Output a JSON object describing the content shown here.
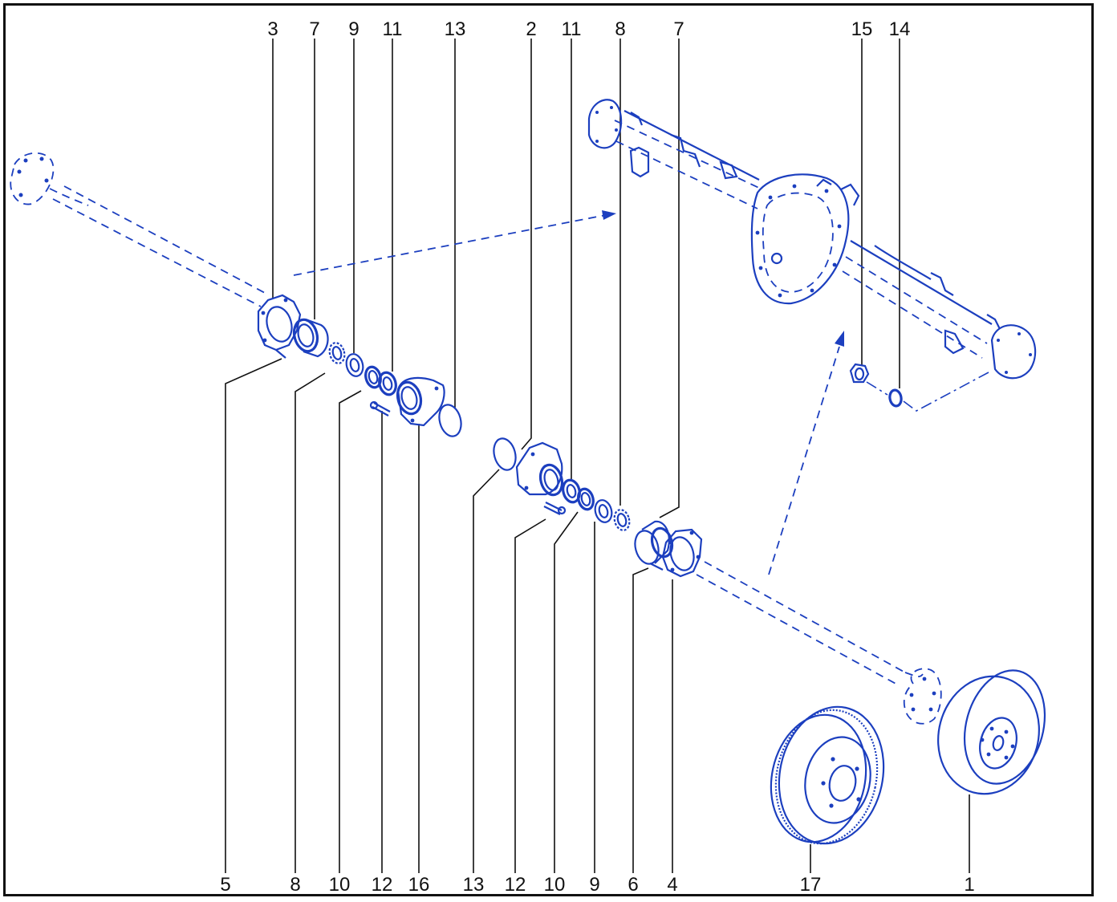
{
  "labels": {
    "top": [
      "3",
      "7",
      "9",
      "11",
      "13",
      "2",
      "11",
      "8",
      "7",
      "15",
      "14"
    ],
    "bottom": [
      "5",
      "8",
      "10",
      "12",
      "16",
      "13",
      "12",
      "10",
      "9",
      "6",
      "4",
      "17",
      "1"
    ]
  },
  "colors": {
    "parts": "#1c3fbf",
    "leader_lines": "#111111",
    "frame": "#111111",
    "background": "#ffffff"
  }
}
